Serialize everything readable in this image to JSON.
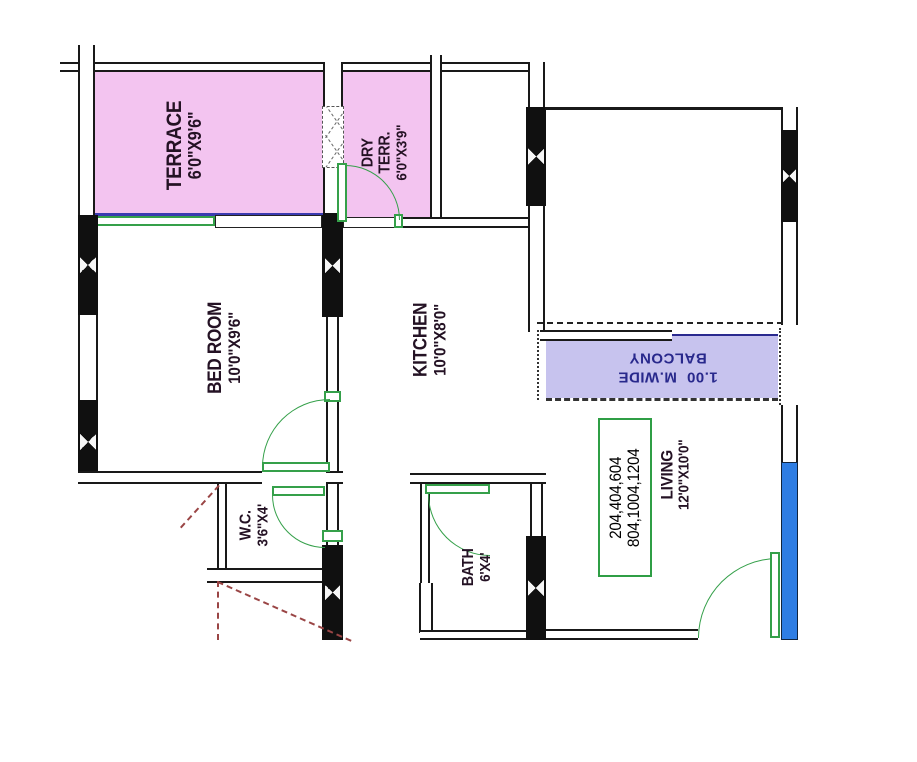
{
  "rooms": {
    "terrace": {
      "name": "TERRACE",
      "dim": "6'0\"X9'6\""
    },
    "dry_terrace": {
      "name_line1": "DRY",
      "name_line2": "TERR.",
      "dim": "6'0\"X3'9\""
    },
    "bedroom": {
      "name": "BED ROOM",
      "dim": "10'0\"X9'6\""
    },
    "kitchen": {
      "name": "KITCHEN",
      "dim": "10'0\"X8'0\""
    },
    "wc": {
      "name": "W.C.",
      "dim": "3'6\"X4'"
    },
    "bath": {
      "name": "BATH",
      "dim": "6'X4'"
    },
    "living": {
      "name": "LIVING",
      "dim": "12'0\"X10'0\"",
      "unit_numbers_line1": "204,404,604",
      "unit_numbers_line2": "804,1004,1204"
    },
    "balcony": {
      "width_note": "1.00  M.WIDE",
      "name": "BALCONY"
    }
  },
  "colors": {
    "terrace_fill": "#f3c4f0",
    "balcony_fill": "#c7c3ee",
    "balcony_text": "#28288c",
    "door_window_green": "#35a04a",
    "wall_black": "#191919",
    "highlight_blue_strip": "#2e7de3",
    "dashed_red": "#9a4545",
    "label_text": "#241224"
  }
}
